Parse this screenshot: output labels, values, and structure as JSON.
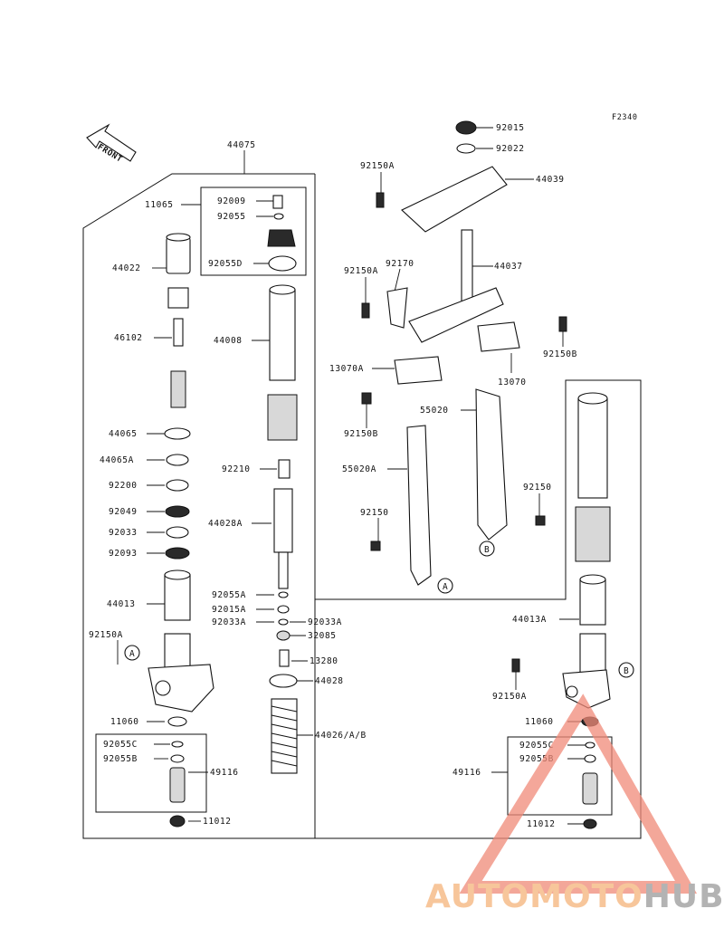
{
  "diagram": {
    "figure_code": "F2340",
    "front_label": "FRONT",
    "parts": {
      "p44075": "44075",
      "p11065": "11065",
      "p92009": "92009",
      "p92055": "92055",
      "p92055D": "92055D",
      "p44022": "44022",
      "p46102": "46102",
      "p44008": "44008",
      "p44065": "44065",
      "p44065A": "44065A",
      "p92200": "92200",
      "p92049": "92049",
      "p92033": "92033",
      "p92093": "92093",
      "p92210": "92210",
      "p44028A": "44028A",
      "p92055A": "92055A",
      "p92015A": "92015A",
      "p92033A_left": "92033A",
      "p92033A_right": "92033A",
      "p32085": "32085",
      "p13280": "13280",
      "p44028": "44028",
      "p44026": "44026/A/B",
      "p44013": "44013",
      "p92150A_left": "92150A",
      "p11060_left": "11060",
      "p92055C_left": "92055C",
      "p92055B_left": "92055B",
      "p49116_left": "49116",
      "p11012_left": "11012",
      "p92015": "92015",
      "p92022": "92022",
      "p92150A_top": "92150A",
      "p44039": "44039",
      "p92150A_mid": "92150A",
      "p92170": "92170",
      "p44037": "44037",
      "p92150B_right": "92150B",
      "p13070": "13070",
      "p13070A": "13070A",
      "p92150B_left": "92150B",
      "p55020": "55020",
      "p55020A": "55020A",
      "p92150_left": "92150",
      "p92150_right": "92150",
      "p44013A": "44013A",
      "p92150A_right": "92150A",
      "p11060_right": "11060",
      "p92055C_right": "92055C",
      "p92055B_right": "92055B",
      "p49116_right": "49116",
      "p11012_right": "11012"
    },
    "callouts": {
      "a_left": "A",
      "a_right": "A",
      "b_left": "B",
      "b_right": "B"
    }
  },
  "watermark": {
    "part1": "AUTOMOTO",
    "part2": "HUB",
    "color_primary": "#f08a78",
    "color_accent": "#f5b37a",
    "color_dark": "#9a9a9a"
  }
}
